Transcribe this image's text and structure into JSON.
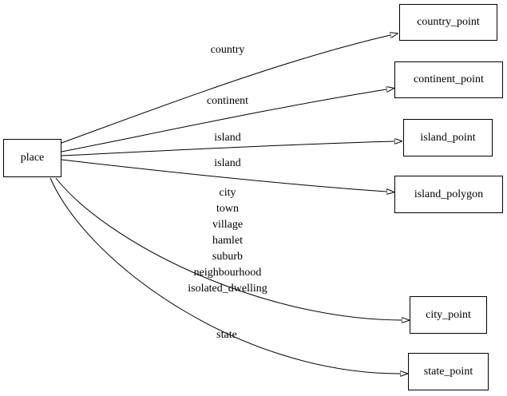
{
  "diagram": {
    "type": "directed-graph",
    "background_color": "#ffffff",
    "stroke_color": "#000000",
    "node_fill_color": "#ffffff",
    "nodes": [
      {
        "id": "place",
        "label": "place"
      },
      {
        "id": "country_point",
        "label": "country_point"
      },
      {
        "id": "continent_point",
        "label": "continent_point"
      },
      {
        "id": "island_point",
        "label": "island_point"
      },
      {
        "id": "island_polygon",
        "label": "island_polygon"
      },
      {
        "id": "city_point",
        "label": "city_point"
      },
      {
        "id": "state_point",
        "label": "state_point"
      }
    ],
    "edges": [
      {
        "from": "place",
        "to": "country_point",
        "label": "country"
      },
      {
        "from": "place",
        "to": "continent_point",
        "label": "continent"
      },
      {
        "from": "place",
        "to": "island_point",
        "label": "island"
      },
      {
        "from": "place",
        "to": "island_polygon",
        "label": "island"
      },
      {
        "from": "place",
        "to": "city_point",
        "label": "city\ntown\nvillage\nhamlet\nsuburb\nneighbourhood\nisolated_dwelling"
      },
      {
        "from": "place",
        "to": "state_point",
        "label": "state"
      }
    ]
  }
}
